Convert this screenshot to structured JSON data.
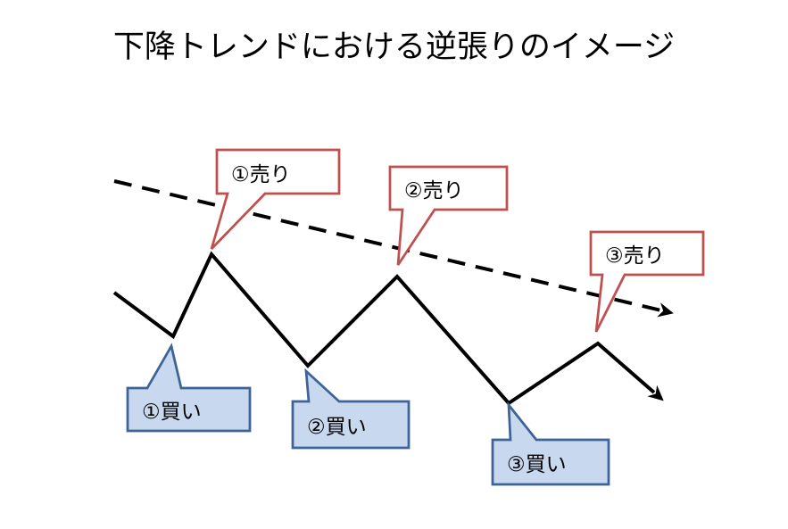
{
  "title": "下降トレンドにおける逆張りのイメージ",
  "callouts": {
    "sell": [
      {
        "label": "①売り"
      },
      {
        "label": "②売り"
      },
      {
        "label": "③売り"
      }
    ],
    "buy": [
      {
        "label": "①買い"
      },
      {
        "label": "②買い"
      },
      {
        "label": "③買い"
      }
    ]
  },
  "colors": {
    "line": "#000000",
    "text": "#000000",
    "sell_border": "#C0504D",
    "sell_fill": "#FFFFFF",
    "buy_border": "#3E6398",
    "buy_fill": "#C8D8EE",
    "background": "#FFFFFF"
  }
}
